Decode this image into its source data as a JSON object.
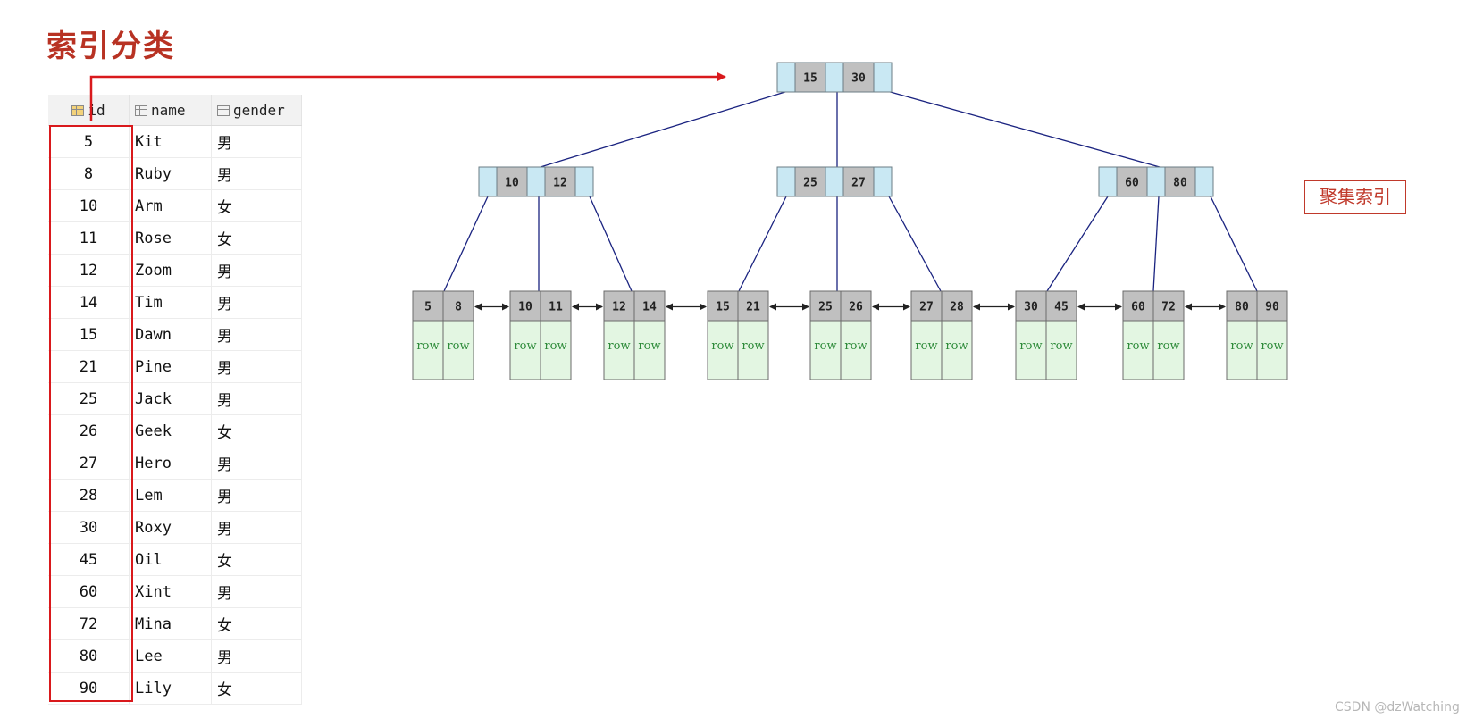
{
  "title": "索引分类",
  "badge": "聚集索引",
  "watermark": "CSDN @dzWatching",
  "table": {
    "columns": [
      "id",
      "name",
      "gender"
    ],
    "rows": [
      [
        "5",
        "Kit",
        "男"
      ],
      [
        "8",
        "Ruby",
        "男"
      ],
      [
        "10",
        "Arm",
        "女"
      ],
      [
        "11",
        "Rose",
        "女"
      ],
      [
        "12",
        "Zoom",
        "男"
      ],
      [
        "14",
        "Tim",
        "男"
      ],
      [
        "15",
        "Dawn",
        "男"
      ],
      [
        "21",
        "Pine",
        "男"
      ],
      [
        "25",
        "Jack",
        "男"
      ],
      [
        "26",
        "Geek",
        "女"
      ],
      [
        "27",
        "Hero",
        "男"
      ],
      [
        "28",
        "Lem",
        "男"
      ],
      [
        "30",
        "Roxy",
        "男"
      ],
      [
        "45",
        "Oil",
        "女"
      ],
      [
        "60",
        "Xint",
        "男"
      ],
      [
        "72",
        "Mina",
        "女"
      ],
      [
        "80",
        "Lee",
        "男"
      ],
      [
        "90",
        "Lily",
        "女"
      ]
    ]
  },
  "tree": {
    "root": [
      "15",
      "30"
    ],
    "internal": [
      [
        "10",
        "12"
      ],
      [
        "25",
        "27"
      ],
      [
        "60",
        "80"
      ]
    ],
    "leaves": [
      [
        "5",
        "8"
      ],
      [
        "10",
        "11"
      ],
      [
        "12",
        "14"
      ],
      [
        "15",
        "21"
      ],
      [
        "25",
        "26"
      ],
      [
        "27",
        "28"
      ],
      [
        "30",
        "45"
      ],
      [
        "60",
        "72"
      ],
      [
        "80",
        "90"
      ]
    ],
    "row_label": "row"
  },
  "colors": {
    "title": "#b83223",
    "highlight": "#d9191c",
    "key_cell": "#c0c0c0",
    "pointer_cell": "#c9e8f3",
    "row_cell": "#e3f6e2",
    "row_text": "#2e8b3a",
    "tree_line": "#1a2380"
  }
}
